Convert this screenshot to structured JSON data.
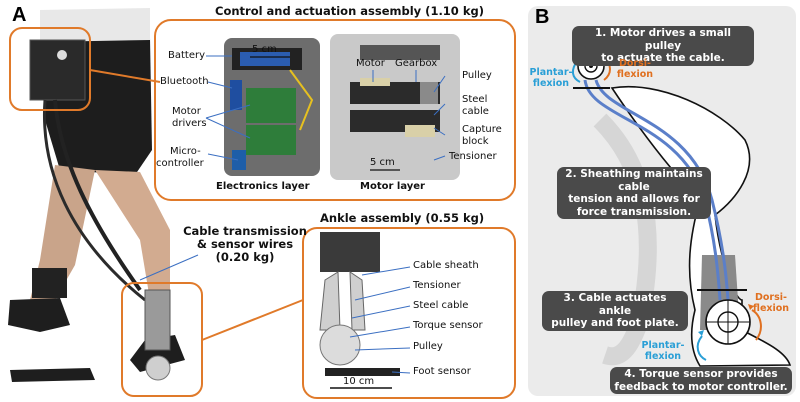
{
  "panel_a": {
    "letter": "A",
    "control_title": "Control and actuation assembly (1.10 kg)",
    "electronics": {
      "labels": [
        "Battery",
        "Bluetooth",
        "Motor",
        "drivers",
        "Micro-",
        "controller"
      ],
      "scale": "5 cm",
      "caption": "Electronics layer"
    },
    "motor": {
      "labels": [
        "Motor",
        "Gearbox",
        "Pulley",
        "Steel",
        "cable",
        "Capture",
        "block",
        "Tensioner"
      ],
      "scale": "5 cm",
      "caption": "Motor layer"
    },
    "cable_label": [
      "Cable transmission",
      "& sensor wires",
      "(0.20 kg)"
    ],
    "ankle": {
      "title": "Ankle assembly (0.55 kg)",
      "labels": [
        "Cable sheath",
        "Tensioner",
        "Steel cable",
        "Torque sensor",
        "Pulley",
        "Foot sensor"
      ],
      "scale": "10 cm"
    }
  },
  "panel_b": {
    "letter": "B",
    "steps": [
      [
        "1. Motor drives a small pulley",
        "to actuate the cable."
      ],
      [
        "2. Sheathing maintains cable",
        "tension and allows for",
        "force transmission."
      ],
      [
        "3. Cable actuates ankle",
        "pulley and foot plate."
      ],
      [
        "4. Torque sensor provides",
        "feedback to motor controller."
      ]
    ],
    "plantar_top": [
      "Plantar-",
      "flexion"
    ],
    "dorsi_top": [
      "Dorsi-",
      "flexion"
    ],
    "plantar_bottom": [
      "Plantar-",
      "flexion"
    ],
    "dorsi_bottom": [
      "Dorsi-",
      "flexion"
    ]
  },
  "colors": {
    "orange_frame": "#e07a2a",
    "blue_cable": "#5b7fc9",
    "plantar_blue": "#2a9fd6",
    "dorsi_orange": "#e07020",
    "panel_b_bg": "#ebebeb",
    "bubble": "#4a4a4a"
  }
}
